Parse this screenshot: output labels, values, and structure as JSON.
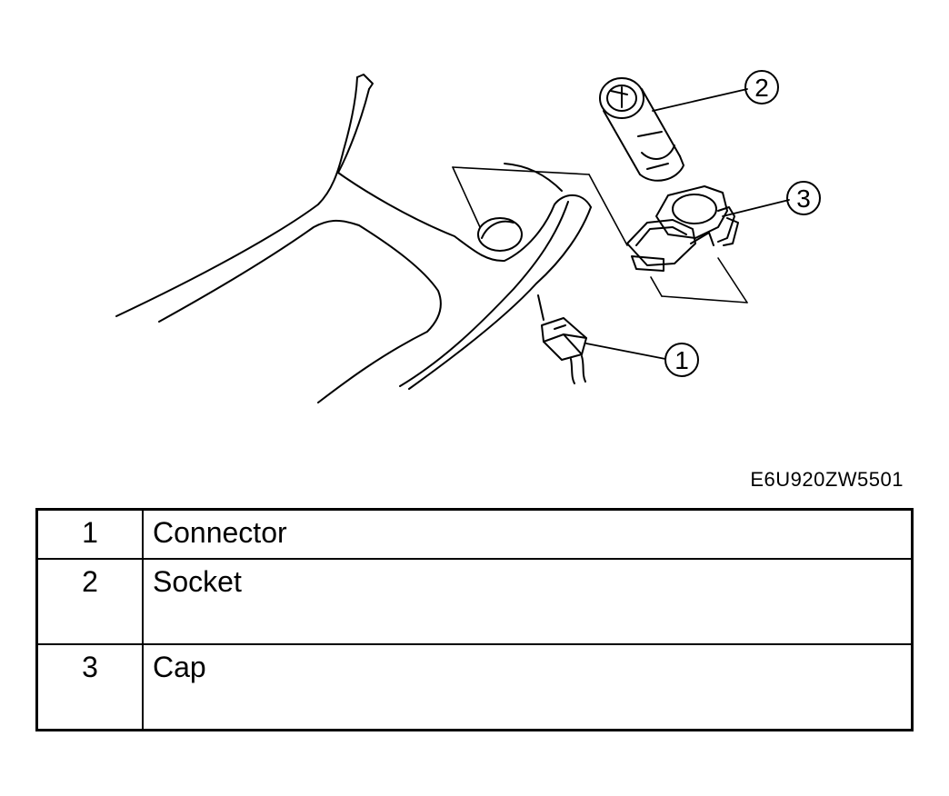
{
  "figure_code": "E6U920ZW5501",
  "callouts": [
    "1",
    "2",
    "3"
  ],
  "parts": [
    {
      "number": "1",
      "name": "Connector"
    },
    {
      "number": "2",
      "name": "Socket"
    },
    {
      "number": "3",
      "name": "Cap"
    }
  ]
}
